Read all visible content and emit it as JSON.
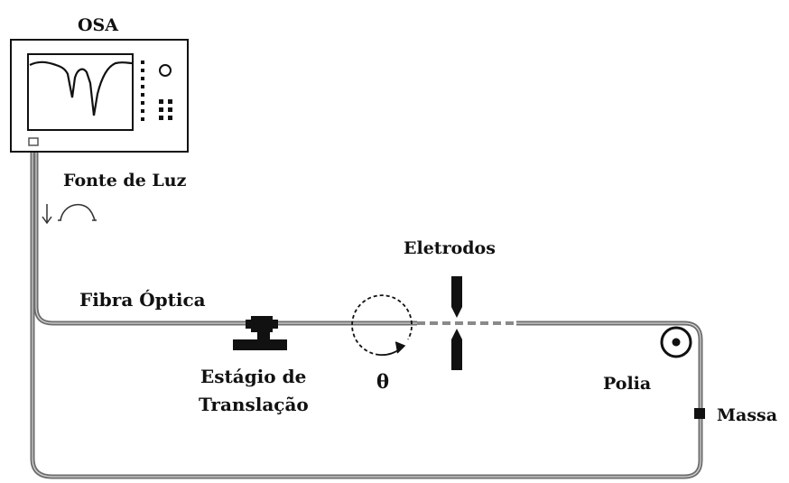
{
  "labels": {
    "osa": "OSA",
    "light_source": "Fonte de Luz",
    "optical_fiber": "Fibra Óptica",
    "electrodes": "Eletrodos",
    "stage_line1": "Estágio de",
    "stage_line2": "Translação",
    "theta": "θ",
    "pulley": "Polia",
    "mass": "Massa"
  },
  "colors": {
    "ink": "#111111",
    "fiber": "#6e6e6e",
    "fiber_highlight": "#d6d6d6",
    "background": "#ffffff"
  },
  "icons": [
    "osa-screen-trace",
    "light-source-bell-icon",
    "rotation-arrow-icon",
    "pulley-icon"
  ]
}
